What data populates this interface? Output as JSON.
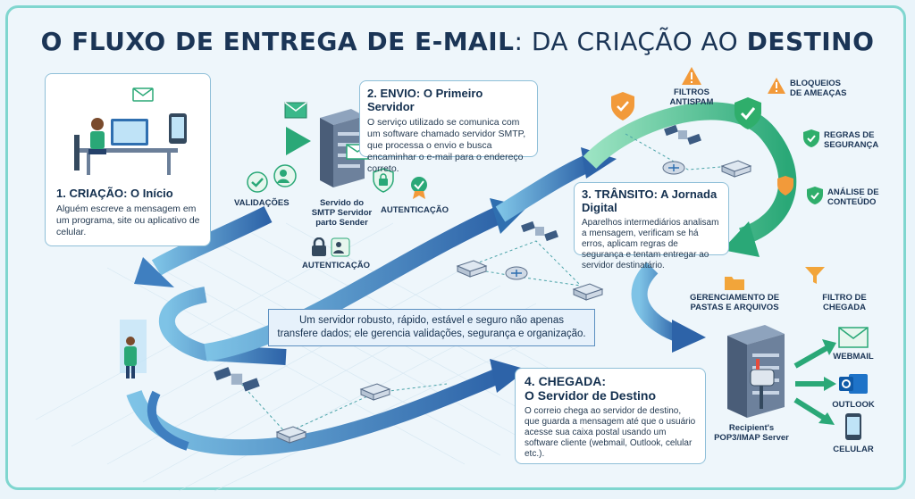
{
  "title": {
    "bold": "O FLUXO DE ENTREGA DE E-MAIL",
    "light": ": DA CRIAÇÃO AO ",
    "bold_end": "DESTINO"
  },
  "steps": [
    {
      "title": "1. CRIAÇÃO: O Início",
      "text": "Alguém escreve a mensagem em um programa, site ou aplicativo de celular."
    },
    {
      "title": "2. ENVIO: O Primeiro Servidor",
      "text": "O serviço utilizado se comunica com um software chamado servidor SMTP, que processa o envio e busca encaminhar o e-mail para o endereço correto."
    },
    {
      "title": "3. TRÂNSITO: A Jornada Digital",
      "text": "Aparelhos intermediários analisam a mensagem, verificam se há erros, aplicam regras de segurança e tentam entregar ao servidor destinatário."
    },
    {
      "title": "4. CHEGADA:",
      "subtitle": "O Servidor de Destino",
      "text": "O correio chega ao servidor de destino, que guarda a mensagem até que o usuário acesse sua caixa postal usando um software cliente (webmail, Outlook, celular etc.)."
    }
  ],
  "labels": {
    "validacoes": "VALIDAÇÕES",
    "smtp_l1": "Servido do",
    "smtp_l2": "SMTP Servidor",
    "smtp_l3": "parto Sender",
    "autenticacao1": "AUTENTICAÇÃO",
    "autenticacao2": "AUTENTICAÇÃO",
    "filtros_l1": "FILTROS",
    "filtros_l2": "ANTISPAM",
    "bloqueios_l1": "BLOQUEIOS",
    "bloqueios_l2": "DE AMEAÇAS",
    "regras_l1": "REGRAS DE",
    "regras_l2": "SEGURANÇA",
    "analise_l1": "ANÁLISE DE",
    "analise_l2": "CONTEÚDO",
    "pastas_l1": "GERENCIAMENTO DE",
    "pastas_l2": "PASTAS E ARQUIVOS",
    "filtro_l1": "FILTRO DE",
    "filtro_l2": "CHEGADA",
    "recipient_l1": "Recipient's",
    "recipient_l2": "POP3/IMAP Server",
    "webmail": "WEBMAIL",
    "outlook": "OUTLOOK",
    "celular": "CELULAR"
  },
  "banner": {
    "line1": "Um servidor robusto, rápido, estável e seguro não apenas",
    "line2": "transfere dados; ele gerencia validações, segurança e organização."
  },
  "colors": {
    "arrow_blue": "#2f6fb0",
    "arrow_green": "#3bb88a",
    "shield_orange": "#f29a3a",
    "shield_green": "#2fae6b",
    "server": "#4a5d78"
  }
}
